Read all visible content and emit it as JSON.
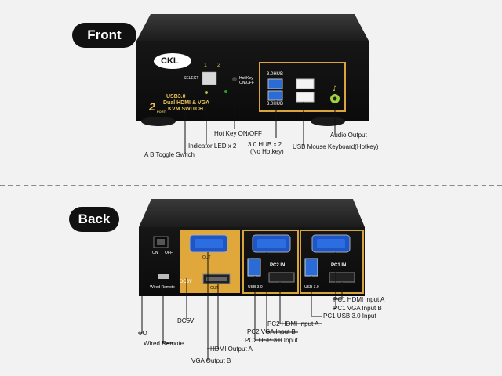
{
  "sections": {
    "front": "Front",
    "back": "Back"
  },
  "front_device": {
    "logo": "CKL",
    "select_label": "SELECT",
    "led_numbers": [
      "1",
      "2"
    ],
    "hotkey_label": "Hot Key ON/OFF",
    "hub_label_top": "3.0HUB",
    "hub_label_bottom": "3.0HUB",
    "model_line1": "USB3.0",
    "model_line2": "Dual HDMI & VGA",
    "model_line3": "KVM SWITCH",
    "model_ports": "2",
    "model_ports_sub": "PORT"
  },
  "front_callouts": {
    "audio_output": "Audio Output",
    "usb_mouse_keyboard": "USB Mouse Keyboard(Hotkey)",
    "hub_line1": "3.0 HUB x 2",
    "hub_line2": "(No Hotkey)",
    "hotkey_onoff": "Hot Key ON/OFF",
    "indicator_led": "Indicator LED x 2",
    "ab_toggle": "A B Toggle Switch"
  },
  "back_device": {
    "on": "ON",
    "off": "OFF",
    "wired_remote": "Wired Remote",
    "dc5v": "DC5V",
    "out_b": "OUT",
    "out_a": "OUT",
    "pc2_in": "PC2 IN",
    "pc1_in": "PC1 IN",
    "usb30_left": "USB 3.0",
    "usb30_right": "USB 3.0"
  },
  "back_callouts": [
    "PC1 HDMI Input A",
    "PC1 VGA Input B",
    "PC1 USB 3.0 Input",
    "PC2 HDMI Input  A",
    "PC2 VGA Input B",
    "PC2 USB 3.0 Input",
    "HDMI Output A",
    "VGA Output B",
    "DC5V",
    "Wired Remote",
    "I/O"
  ]
}
